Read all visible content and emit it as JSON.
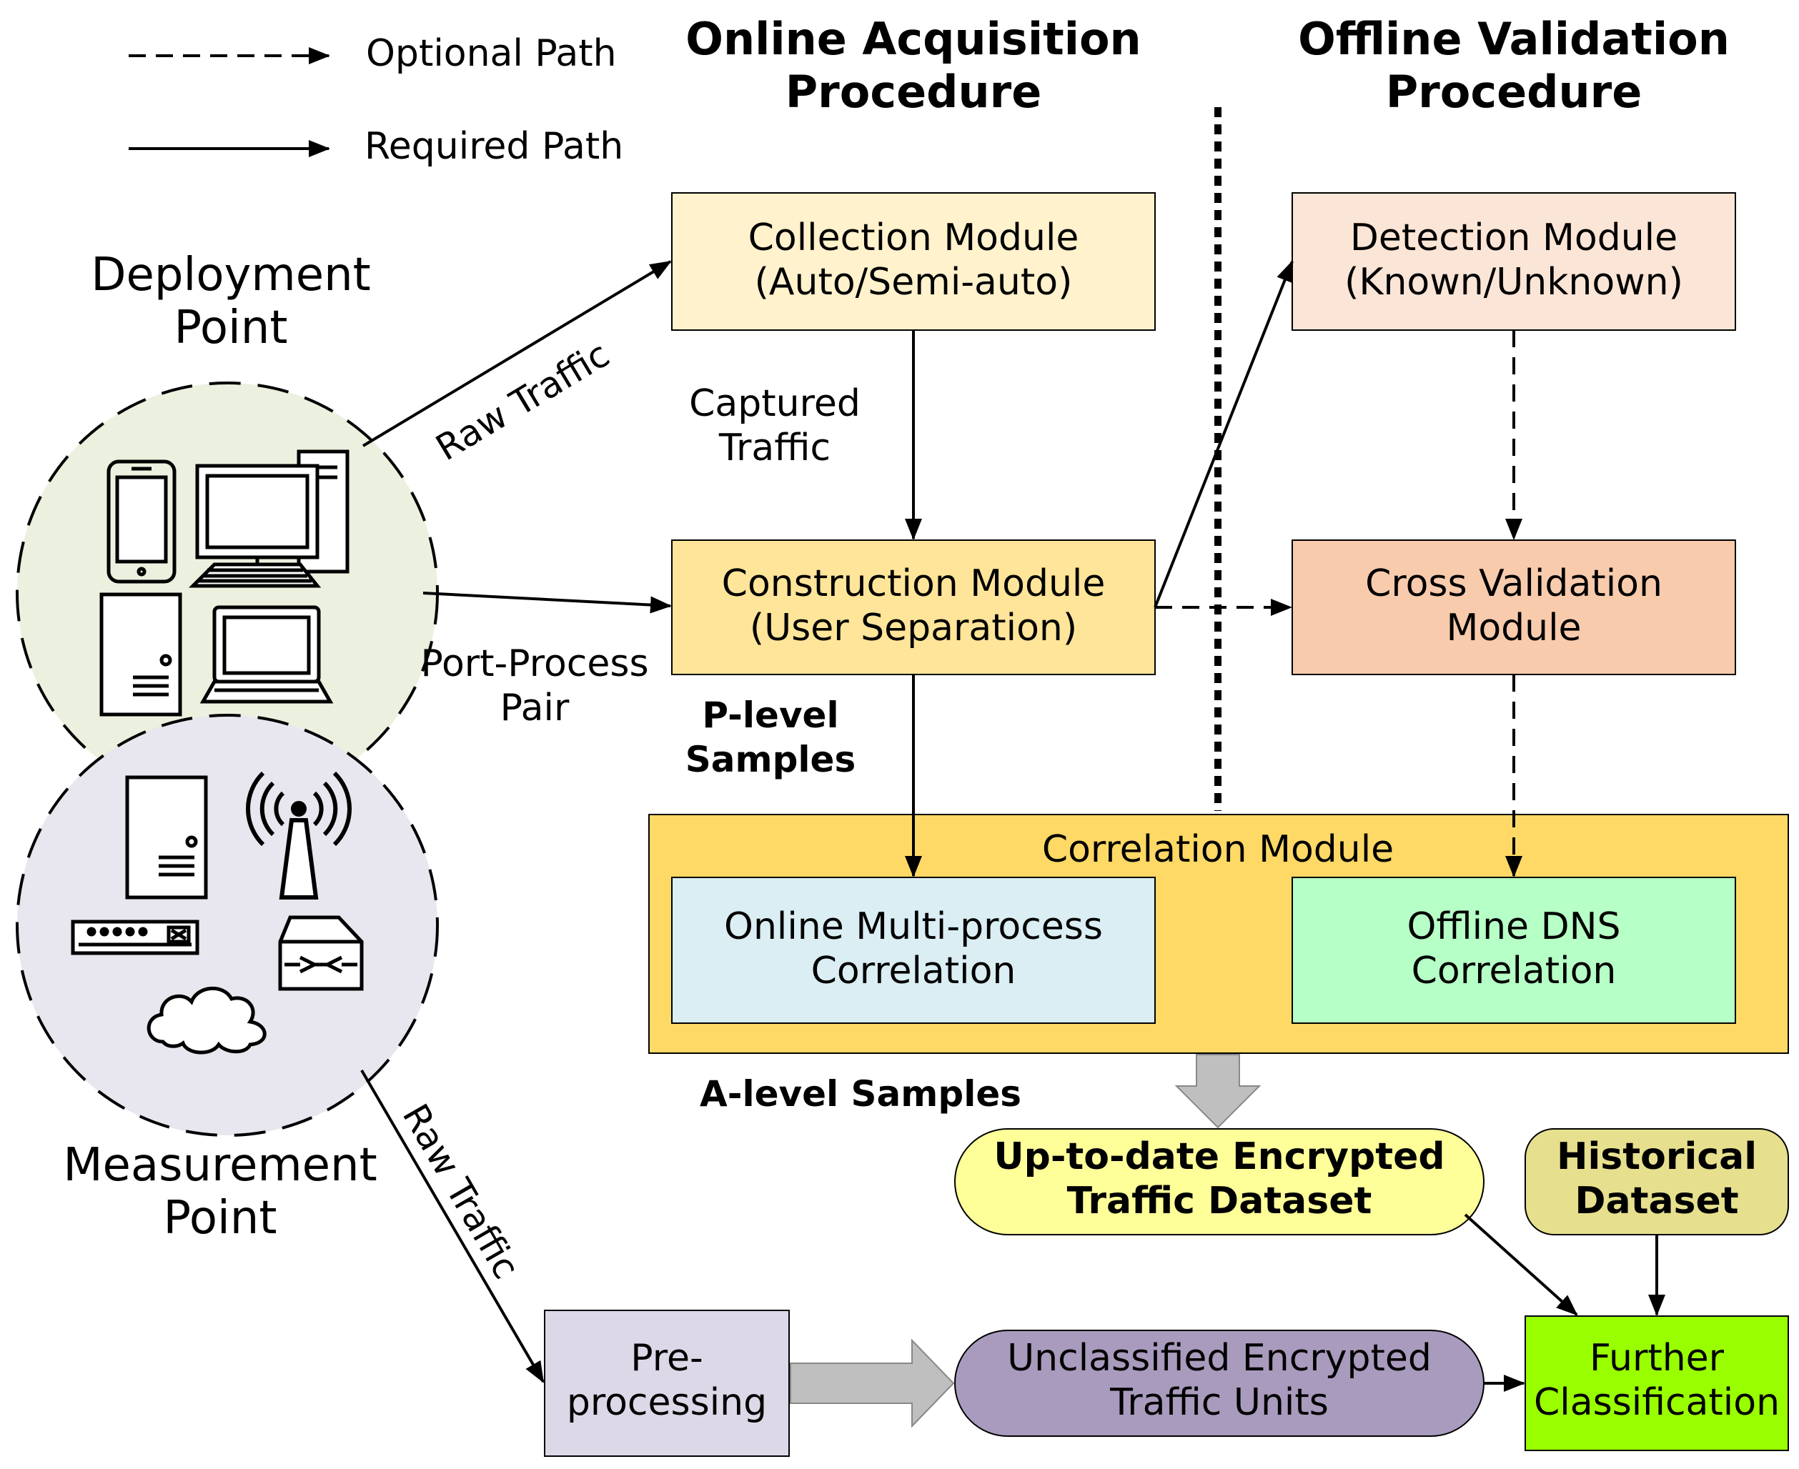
{
  "legend": {
    "optional_label": "Optional Path",
    "required_label": "Required Path"
  },
  "headers": {
    "online": [
      "Online Acquisition",
      "Procedure"
    ],
    "offline": [
      "Offline Validation",
      "Procedure"
    ]
  },
  "points": {
    "deployment": [
      "Deployment",
      "Point"
    ],
    "measurement": [
      "Measurement",
      "Point"
    ]
  },
  "modules": {
    "collection": [
      "Collection Module",
      "(Auto/Semi-auto)"
    ],
    "construction": [
      "Construction Module",
      "(User Separation)"
    ],
    "detection": [
      "Detection Module",
      "(Known/Unknown)"
    ],
    "cross_validation": [
      "Cross Validation",
      "Module"
    ],
    "correlation": "Correlation Module",
    "online_corr": [
      "Online Multi-process",
      "Correlation"
    ],
    "offline_corr": [
      "Offline DNS",
      "Correlation"
    ],
    "preprocessing": [
      "Pre-",
      "processing"
    ]
  },
  "labels": {
    "raw_traffic_top": "Raw Traffic",
    "raw_traffic_bottom": "Raw Traffic",
    "captured_traffic": [
      "Captured",
      "Traffic"
    ],
    "port_process": [
      "Port-Process",
      "Pair"
    ],
    "p_level": [
      "P-level",
      "Samples"
    ],
    "a_level": "A-level Samples"
  },
  "datasets": {
    "up_to_date": [
      "Up-to-date Encrypted",
      "Traffic Dataset"
    ],
    "historical": [
      "Historical",
      "Dataset"
    ],
    "unclassified": [
      "Unclassified Encrypted",
      "Traffic Units"
    ],
    "further": [
      "Further",
      "Classification"
    ]
  },
  "icons": [
    "smartphone-icon",
    "desktop-icon",
    "server-icon",
    "laptop-icon",
    "server-icon",
    "antenna-icon",
    "switch-icon",
    "router-icon",
    "cloud-icon"
  ],
  "colors": {
    "collection": "#FFF2CC",
    "construction": "#FFE599",
    "detection": "#FBE5D6",
    "cross_validation": "#F8CBAD",
    "correlation": "#FFD966",
    "online_corr": "#DAEEF3",
    "offline_corr": "#B6FFC6",
    "up_to_date": "#FFFF99",
    "historical": "#E6E08E",
    "unclassified": "#A99BBD",
    "further": "#99FF00",
    "preprocessing": "#DDD8E8",
    "deployment_circle": "#EBF1DE",
    "measurement_circle": "#E8E6EE"
  }
}
